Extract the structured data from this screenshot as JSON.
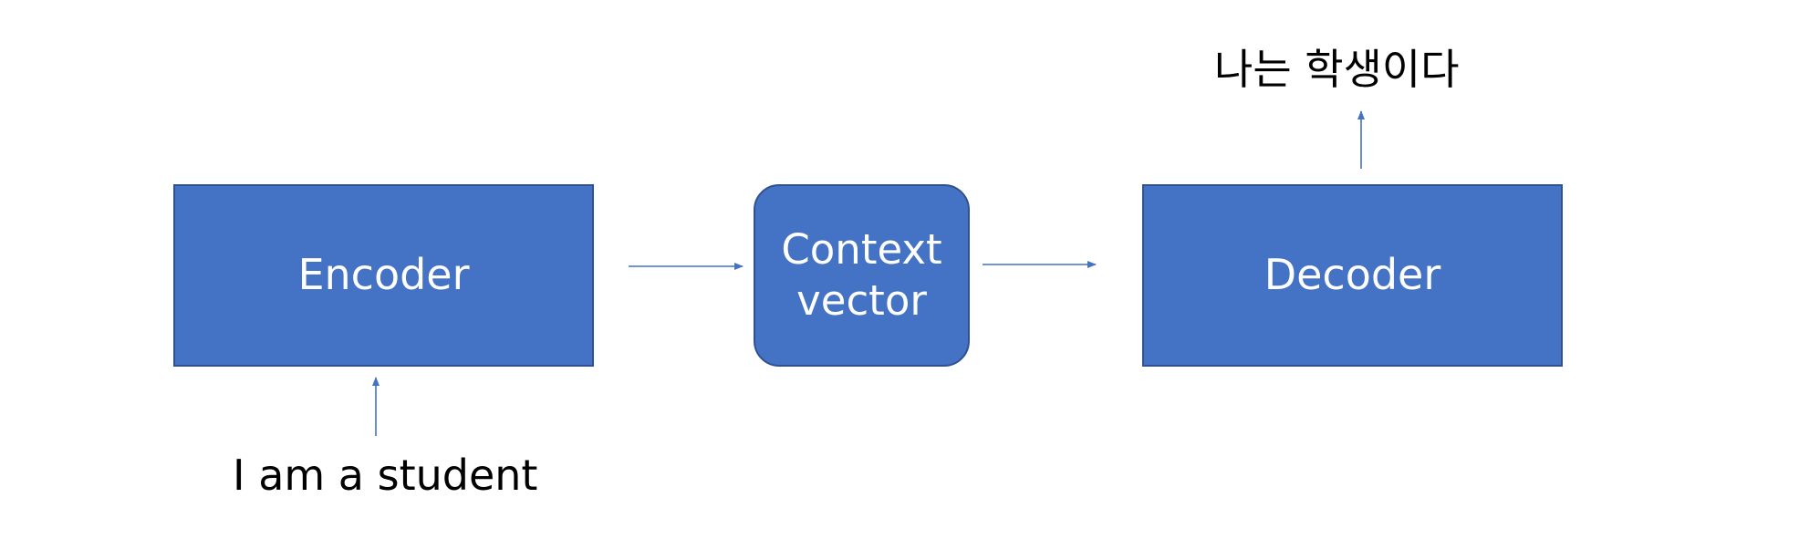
{
  "diagram": {
    "encoder_label": "Encoder",
    "context_label_line1": "Context",
    "context_label_line2": "vector",
    "decoder_label": "Decoder",
    "input_text": "I am a student",
    "output_text": "나는 학생이다"
  },
  "colors": {
    "box_fill": "#4472C4",
    "box_border": "#2F528F",
    "arrow": "#4472C4",
    "text_on_box": "#FFFFFF",
    "caption_text": "#000000"
  }
}
